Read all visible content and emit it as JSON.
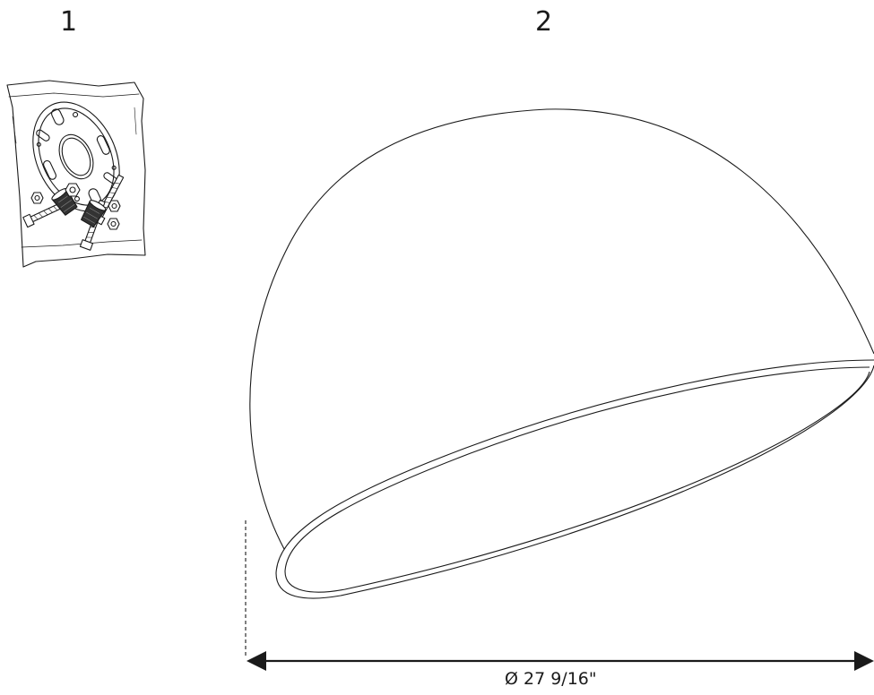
{
  "parts": [
    {
      "number": "1"
    },
    {
      "number": "2"
    }
  ],
  "dimension": {
    "label": "Ø 27 9/16\""
  }
}
